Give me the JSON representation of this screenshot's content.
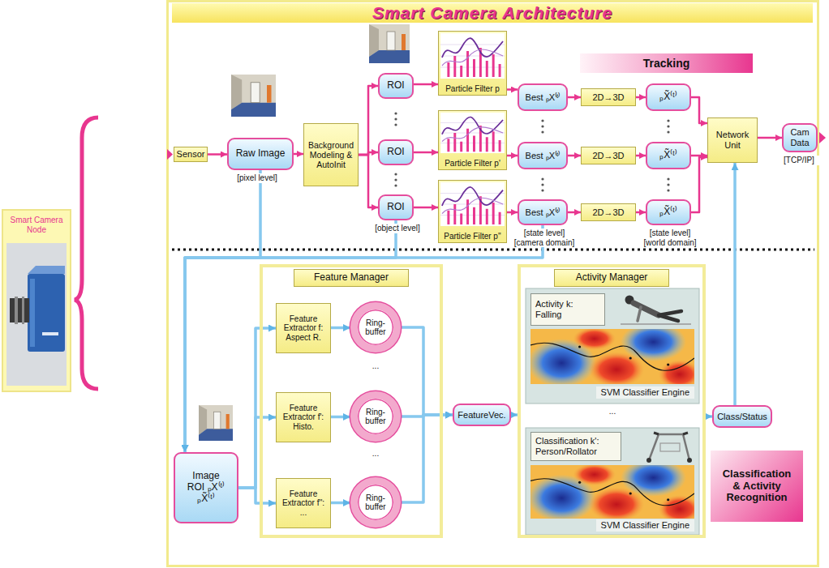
{
  "diagram": {
    "title": "Smart Camera Architecture",
    "nodes": [
      {
        "text": [
          "Smart Camera Node"
        ]
      },
      {
        "text": [
          "Tracking"
        ]
      },
      {
        "text": [
          "Sensor"
        ]
      },
      {
        "text": [
          "Raw Image"
        ]
      },
      {
        "text": [
          "Background Modeling & AutoInit"
        ]
      },
      {
        "text": [
          "ROI"
        ]
      },
      {
        "text": [
          "Particle Filter p"
        ]
      },
      {
        "text": [
          "Best ₚX⁽ᵗ⁾"
        ]
      },
      {
        "text": [
          "2D→3D"
        ]
      },
      {
        "text": [
          "ₚX̃⁽ᵗ⁾"
        ]
      },
      {
        "text": [
          "ROI"
        ]
      },
      {
        "text": [
          "Particle Filter p'"
        ]
      },
      {
        "text": [
          "Best ₚX⁽ᵗ⁾"
        ]
      },
      {
        "text": [
          "2D→3D"
        ]
      },
      {
        "text": [
          "ₚX̃⁽ᵗ⁾"
        ]
      },
      {
        "text": [
          "ROI"
        ]
      },
      {
        "text": [
          "Particle Filter p''"
        ]
      },
      {
        "text": [
          "Best ₚX⁽ᵗ⁾"
        ]
      },
      {
        "text": [
          "2D→3D"
        ]
      },
      {
        "text": [
          "ₚX̃⁽ᵗ⁾"
        ]
      },
      {
        "text": [
          "Network Unit"
        ]
      },
      {
        "text": [
          "Cam Data"
        ]
      },
      {
        "text": [
          "Image ROI ₚX⁽ᵗ⁾ ₚX̃⁽ᵗ⁾"
        ]
      },
      {
        "text": [
          "Feature Manager"
        ]
      },
      {
        "text": [
          "Feature Extractor f: Aspect R."
        ],
        "in": 23
      },
      {
        "text": [
          "Ring-buffer"
        ],
        "in": 23
      },
      {
        "text": [
          "Feature Extractor f': Histo."
        ],
        "in": 23
      },
      {
        "text": [
          "Ring-buffer"
        ],
        "in": 23
      },
      {
        "text": [
          "Feature Extractor f'': ..."
        ],
        "in": 23
      },
      {
        "text": [
          "Ring-buffer"
        ],
        "in": 23
      },
      {
        "text": [
          "FeatureVec."
        ]
      },
      {
        "text": [
          "Activity Manager"
        ]
      },
      {
        "text": [
          "Activity k: Falling"
        ],
        "in": 31
      },
      {
        "text": [
          "SVM Classifier Engine"
        ],
        "in": 31
      },
      {
        "text": [
          "Classification k': Person/Rollator"
        ],
        "in": 31
      },
      {
        "text": [
          "SVM Classifier Engine"
        ],
        "in": 31
      },
      {
        "text": [
          "Class/Status"
        ]
      },
      {
        "text": [
          "Classification & Activity Recognition"
        ]
      }
    ],
    "edges": [
      {
        "from": 2,
        "to": 3,
        "arrow": "to"
      },
      {
        "from": 3,
        "to": 4,
        "arrow": "to"
      },
      {
        "from": 4,
        "to": 5,
        "arrow": "to"
      },
      {
        "from": 4,
        "to": 10,
        "arrow": "to"
      },
      {
        "from": 4,
        "to": 15,
        "arrow": "to"
      },
      {
        "from": 5,
        "to": 6,
        "arrow": "to"
      },
      {
        "from": 6,
        "to": 7,
        "arrow": "to"
      },
      {
        "from": 7,
        "to": 8,
        "arrow": "to"
      },
      {
        "from": 8,
        "to": 9,
        "arrow": "to"
      },
      {
        "from": 9,
        "to": 20,
        "arrow": "to"
      },
      {
        "from": 10,
        "to": 11,
        "arrow": "to"
      },
      {
        "from": 11,
        "to": 12,
        "arrow": "to"
      },
      {
        "from": 12,
        "to": 13,
        "arrow": "to"
      },
      {
        "from": 13,
        "to": 14,
        "arrow": "to"
      },
      {
        "from": 14,
        "to": 20,
        "arrow": "to"
      },
      {
        "from": 15,
        "to": 16,
        "arrow": "to"
      },
      {
        "from": 16,
        "to": 17,
        "arrow": "to"
      },
      {
        "from": 17,
        "to": 18,
        "arrow": "to"
      },
      {
        "from": 18,
        "to": 19,
        "arrow": "to"
      },
      {
        "from": 19,
        "to": 20,
        "arrow": "to"
      },
      {
        "from": 20,
        "to": 21,
        "arrow": "to"
      },
      {
        "from": 3,
        "to": 22,
        "arrow": "to"
      },
      {
        "from": 15,
        "to": 22,
        "arrow": "to"
      },
      {
        "from": 17,
        "to": 22,
        "arrow": "to"
      },
      {
        "from": 22,
        "to": 24,
        "arrow": "to"
      },
      {
        "from": 22,
        "to": 26,
        "arrow": "to"
      },
      {
        "from": 22,
        "to": 28,
        "arrow": "to"
      },
      {
        "from": 24,
        "to": 25,
        "arrow": "to"
      },
      {
        "from": 26,
        "to": 27,
        "arrow": "to"
      },
      {
        "from": 28,
        "to": 29,
        "arrow": "to"
      },
      {
        "from": 25,
        "to": 30,
        "arrow": "to"
      },
      {
        "from": 27,
        "to": 30,
        "arrow": "to"
      },
      {
        "from": 29,
        "to": 30,
        "arrow": "to"
      },
      {
        "from": 30,
        "to": 31,
        "arrow": "to"
      },
      {
        "from": 31,
        "to": 36,
        "arrow": "to"
      },
      {
        "from": 36,
        "to": 20,
        "arrow": "to"
      }
    ],
    "labels": [
      "[pixel level]",
      "[object level]",
      "[state level] [camera domain]",
      "[state level] [world domain]",
      "[TCP/IP]",
      "...",
      "...",
      "..."
    ]
  }
}
